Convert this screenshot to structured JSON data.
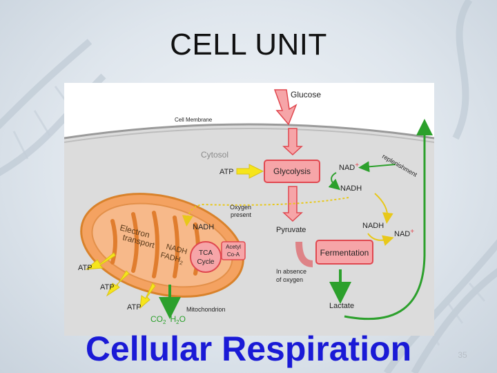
{
  "slide": {
    "title": "CELL UNIT",
    "subtitle": "Cellular Respiration",
    "slide_number": "35"
  },
  "diagram": {
    "labels": {
      "glucose": "Glucose",
      "cell_membrane": "Cell Membrane",
      "cytosol": "Cytosol",
      "glycolysis": "Glycolysis",
      "atp": "ATP",
      "nad_plus": "NAD",
      "nadh": "NADH",
      "replenishment": "replenishment",
      "oxygen_present_1": "Oxygen",
      "oxygen_present_2": "present",
      "pyruvate": "Pyruvate",
      "fermentation": "Fermentation",
      "absence_oxygen_1": "In absence",
      "absence_oxygen_2": "of oxygen",
      "lactate": "Lactate",
      "electron_transport_1": "Electron",
      "electron_transport_2": "transport",
      "fadh2": "FADH",
      "tca_1": "TCA",
      "tca_2": "Cycle",
      "acetyl_1": "Acetyl",
      "acetyl_2": "Co-A",
      "mitochondrion": "Mitochondrion",
      "co2": "CO",
      "h2o_h": "H",
      "h2o_o": "O",
      "subscript_2": "2",
      "plus": "+"
    },
    "colors": {
      "pink_fill": "#f6a5a8",
      "pink_stroke": "#e0474f",
      "yellow_arrow": "#f6e51b",
      "green_arrow": "#2ca02c",
      "mito_orange": "#f4a261"
    }
  }
}
